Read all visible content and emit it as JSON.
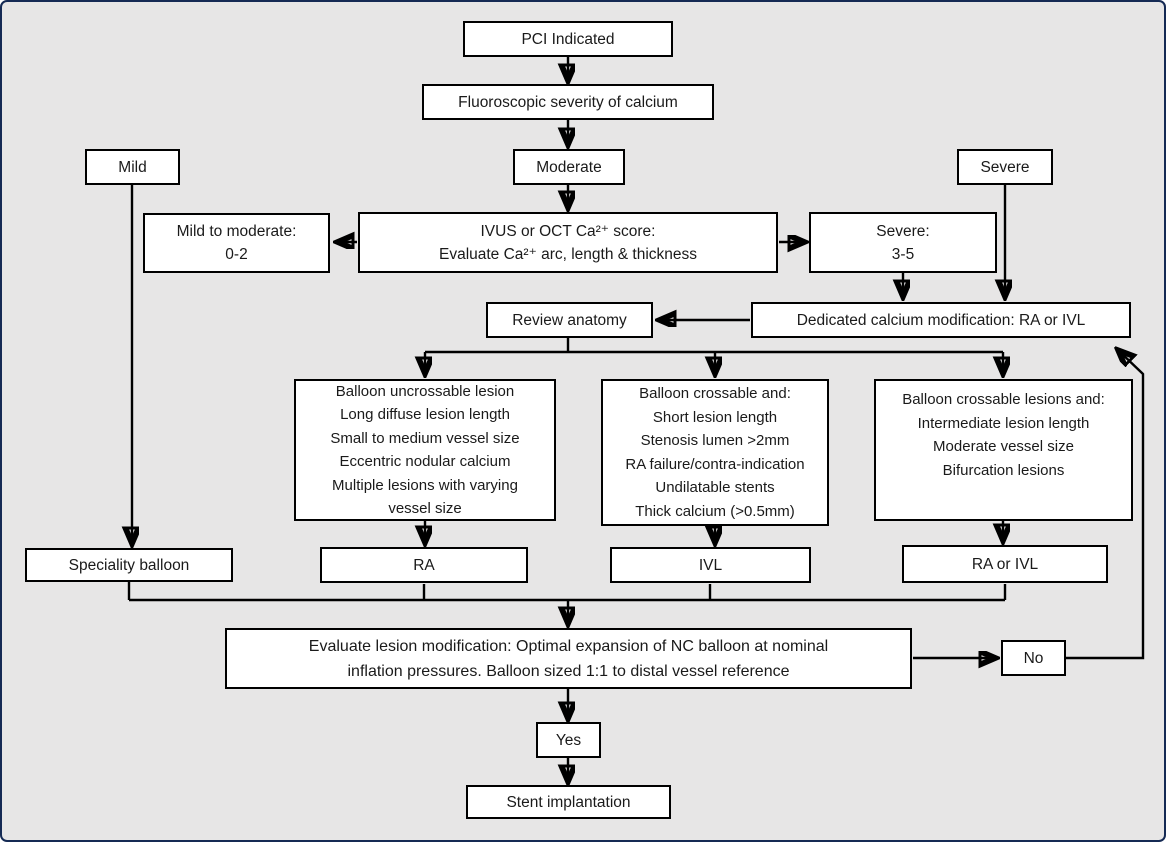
{
  "colors": {
    "background": "#e7e6e6",
    "frame_border": "#152a54",
    "box_fill": "#ffffff",
    "box_border": "#000000",
    "line": "#000000"
  },
  "nodes": {
    "pci": {
      "label": "PCI Indicated"
    },
    "fluoroscopic": {
      "label": "Fluoroscopic severity of calcium"
    },
    "mild": {
      "label": "Mild"
    },
    "moderate": {
      "label": "Moderate"
    },
    "severe": {
      "label": "Severe"
    },
    "ivus_oct": {
      "lines": [
        "IVUS or OCT Ca²⁺ score:",
        "Evaluate Ca²⁺ arc, length & thickness"
      ]
    },
    "mild_to_moderate": {
      "lines": [
        "Mild to moderate:",
        "0-2"
      ]
    },
    "severe_score": {
      "lines": [
        "Severe:",
        "3-5"
      ]
    },
    "review_anatomy": {
      "label": "Review anatomy"
    },
    "dedicated_modification": {
      "label": "Dedicated calcium modification: RA or IVL"
    },
    "ra_criteria": {
      "lines": [
        "Balloon uncrossable lesion",
        "Long diffuse lesion length",
        "Small to medium vessel size",
        "Eccentric nodular calcium",
        "Multiple lesions with varying",
        "vessel size"
      ]
    },
    "ivl_criteria": {
      "lines": [
        "Balloon crossable and:",
        "Short lesion length",
        "Stenosis lumen >2mm",
        "RA failure/contra-indication",
        "Undilatable stents",
        "Thick calcium (>0.5mm)"
      ]
    },
    "ra_ivl_criteria": {
      "lines": [
        "Balloon crossable lesions and:",
        "Intermediate lesion length",
        "Moderate vessel size",
        "Bifurcation lesions"
      ]
    },
    "speciality_balloon": {
      "label": "Speciality balloon"
    },
    "ra": {
      "label": "RA"
    },
    "ivl": {
      "label": "IVL"
    },
    "ra_or_ivl": {
      "label": "RA or IVL"
    },
    "evaluate": {
      "lines": [
        "Evaluate lesion modification: Optimal expansion of NC balloon at nominal",
        "inflation pressures. Balloon sized 1:1 to distal vessel reference"
      ]
    },
    "no": {
      "label": "No"
    },
    "yes": {
      "label": "Yes"
    },
    "stent": {
      "label": "Stent implantation"
    }
  }
}
